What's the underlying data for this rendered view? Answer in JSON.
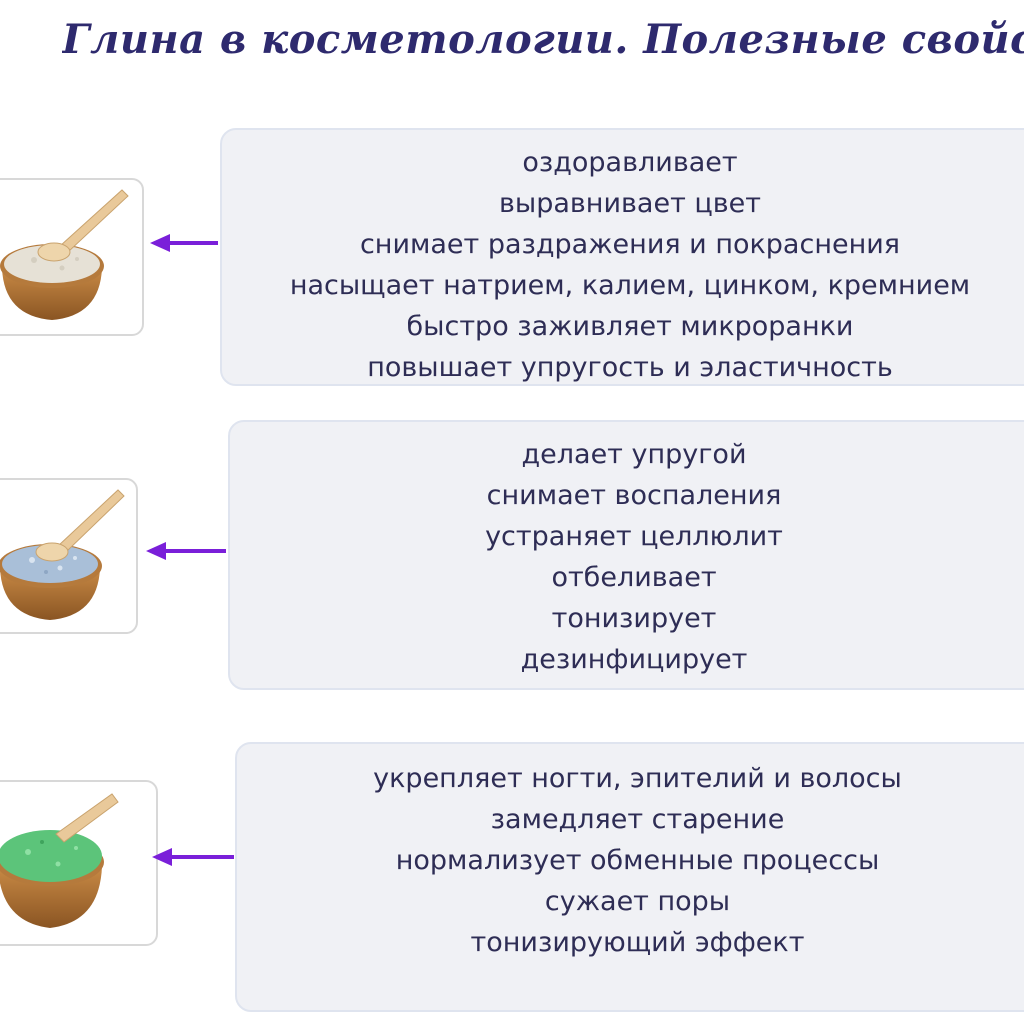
{
  "title": "Глина в косметологии. Полезные свойства",
  "colors": {
    "title": "#2e2a6e",
    "text": "#2e2d55",
    "arrow": "#7a1fd9",
    "panel_bg": "#f0f1f5",
    "panel_border": "#dfe4ef"
  },
  "groups": [
    {
      "clay": "white-clay-bowl",
      "clay_color": "#e6e1d6",
      "properties": [
        "оздоравливает",
        "выравнивает цвет",
        "снимает раздражения и покраснения",
        "насыщает натрием, калием, цинком, кремнием",
        "быстро заживляет микроранки",
        "повышает упругость и эластичность"
      ]
    },
    {
      "clay": "blue-clay-bowl",
      "clay_color": "#a9bfd8",
      "properties": [
        "делает упругой",
        "снимает воспаления",
        "устраняет целлюлит",
        "отбеливает",
        "тонизирует",
        "дезинфицирует"
      ]
    },
    {
      "clay": "green-clay-bowl",
      "clay_color": "#5cc47a",
      "properties": [
        "укрепляет ногти, эпителий и волосы",
        "замедляет старение",
        "нормализует обменные процессы",
        "сужает поры",
        "тонизирующий эффект"
      ]
    }
  ]
}
